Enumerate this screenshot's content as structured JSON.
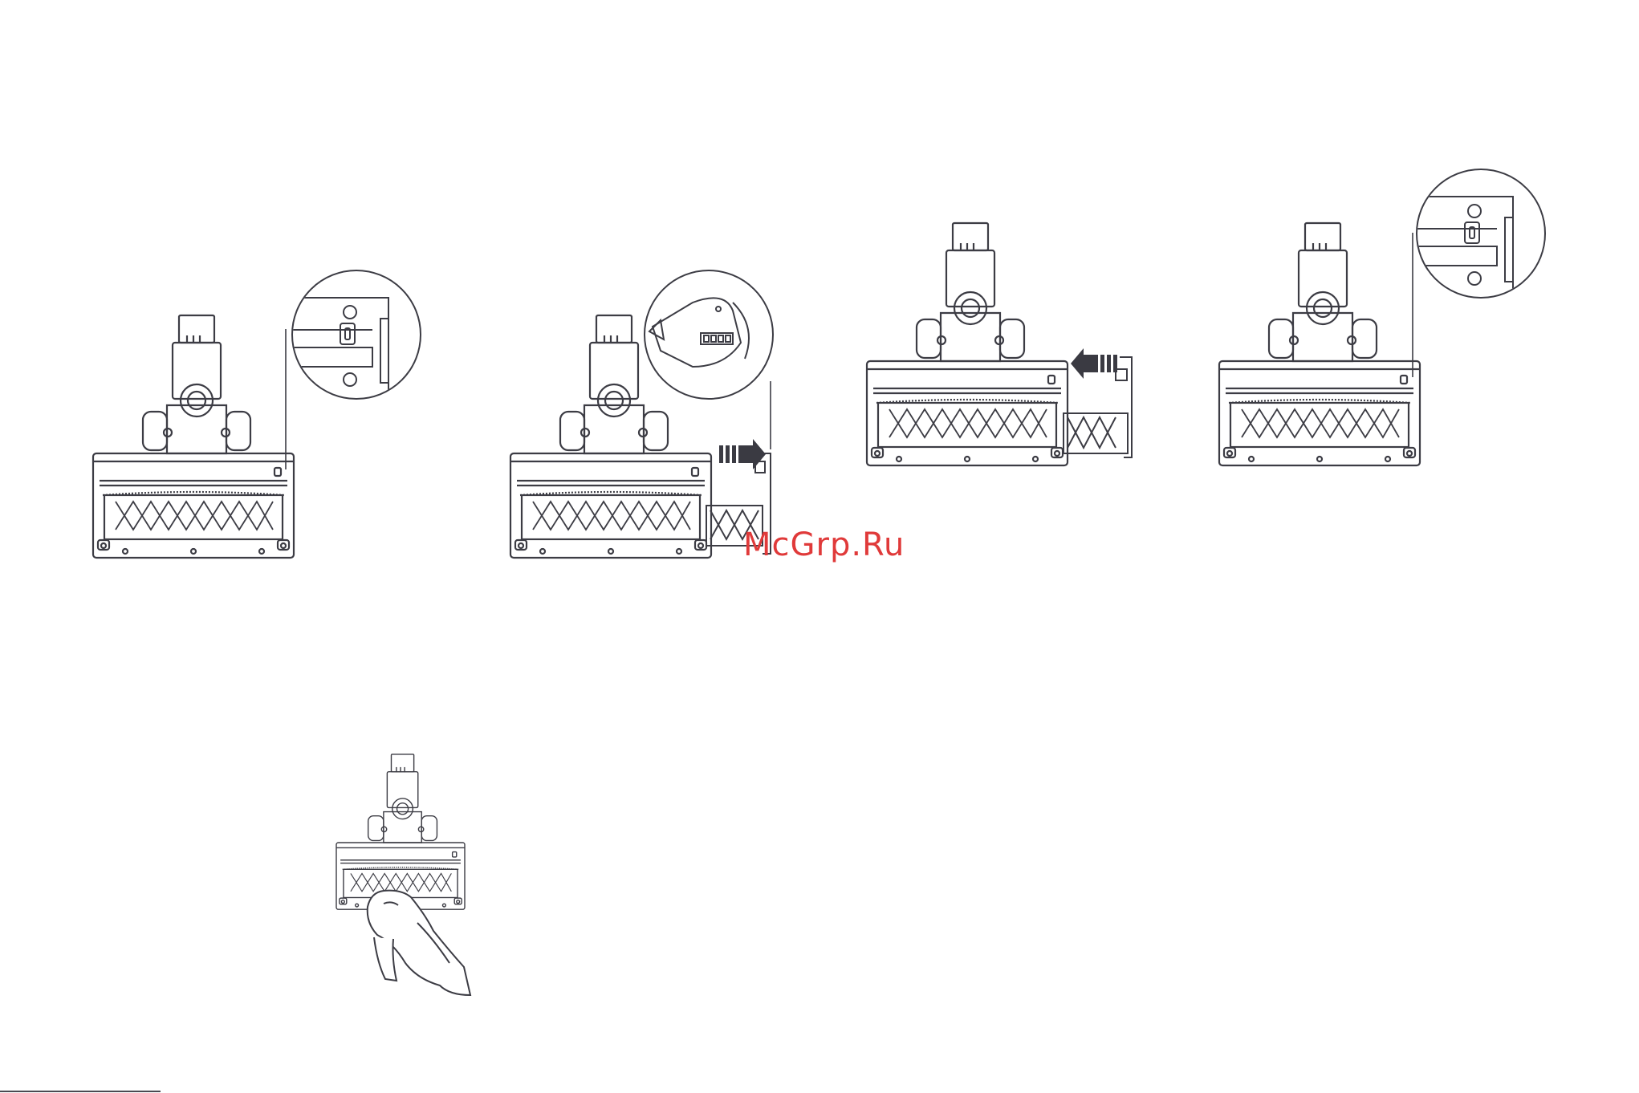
{
  "document": {
    "figures": [
      {
        "id": "step-1",
        "callout": "lock-closed"
      },
      {
        "id": "step-2",
        "callout": "brush-cover-open"
      },
      {
        "id": "step-3",
        "callout": "none"
      },
      {
        "id": "step-4",
        "callout": "lock-closed"
      },
      {
        "id": "step-5",
        "callout": "none"
      }
    ],
    "watermark": "McGrp.Ru",
    "colors": {
      "line": "#3c3c44",
      "arrow": "#3a3a42",
      "watermark": "#e03a3a"
    }
  }
}
